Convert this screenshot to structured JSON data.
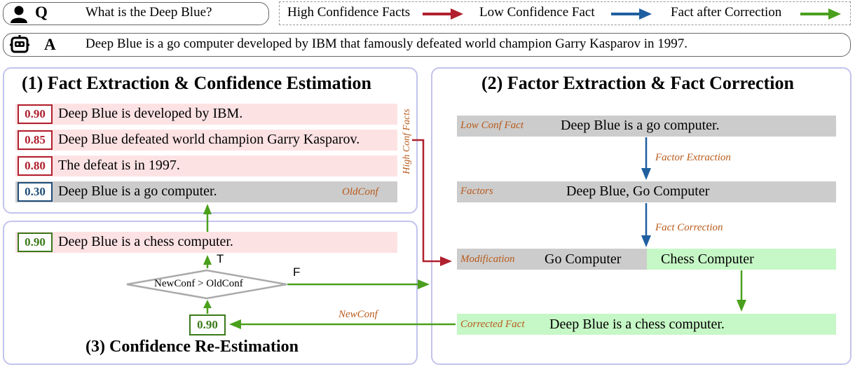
{
  "question": {
    "label": "Q",
    "text": "What is the Deep Blue?"
  },
  "answer": {
    "label": "A",
    "text": "Deep Blue is a go computer developed by IBM that famously defeated world champion Garry Kasparov in 1997."
  },
  "legend": {
    "high": "High Confidence Facts",
    "low": "Low Confidence Fact",
    "corrected": "Fact after Correction"
  },
  "panel1": {
    "title": "(1) Fact Extraction & Confidence Estimation",
    "facts": [
      {
        "score": "0.90",
        "text": "Deep Blue is developed by IBM."
      },
      {
        "score": "0.85",
        "text": "Deep Blue defeated world champion Garry Kasparov."
      },
      {
        "score": "0.80",
        "text": "The defeat is in 1997."
      },
      {
        "score": "0.30",
        "text": "Deep Blue is a go computer."
      }
    ],
    "old_conf_tag": "OldConf",
    "side_label": "High Conf Facts"
  },
  "panel2": {
    "title": "(2) Factor Extraction & Fact Correction",
    "low_conf_tag": "Low Conf Fact",
    "low_conf_text": "Deep Blue is a go computer.",
    "factor_extraction": "Factor Extraction",
    "factors_tag": "Factors",
    "factors_text": "Deep Blue, Go Computer",
    "fact_correction": "Fact Correction",
    "modification_tag": "Modification",
    "mod_old": "Go Computer",
    "mod_new": "Chess Computer",
    "corrected_tag": "Corrected Fact",
    "corrected_text": "Deep Blue is a chess computer."
  },
  "panel3": {
    "title": "(3) Confidence Re-Estimation",
    "new_fact_score": "0.90",
    "new_fact_text": "Deep Blue is a chess computer.",
    "condition": "NewConf > OldConf",
    "true_label": "T",
    "false_label": "F",
    "new_score": "0.90",
    "new_conf_tag": "NewConf"
  },
  "colors": {
    "high": "#b0202e",
    "low": "#1f5fa0",
    "corrected": "#4aa01c"
  }
}
